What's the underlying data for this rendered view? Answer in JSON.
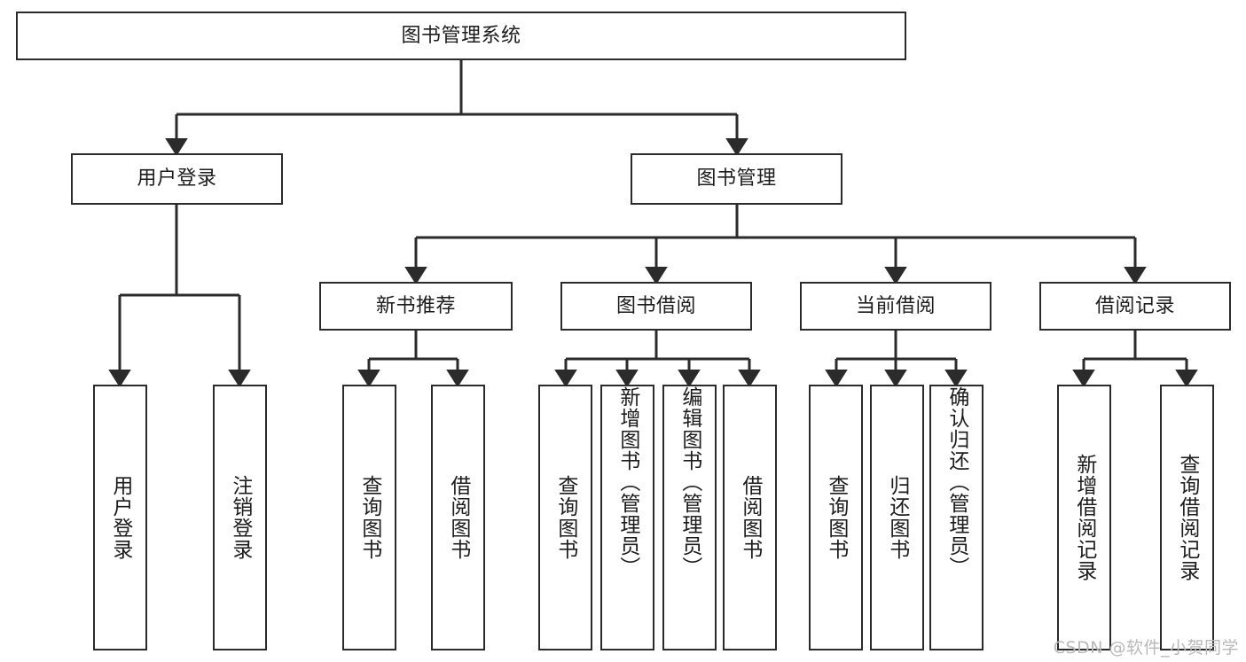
{
  "diagram": {
    "title": "图书管理系统",
    "watermark": "CSDN @软件_小贺同学",
    "root": {
      "label": "图书管理系统"
    },
    "level2": [
      {
        "label": "用户登录"
      },
      {
        "label": "图书管理"
      }
    ],
    "level3": [
      {
        "label": "新书推荐"
      },
      {
        "label": "图书借阅"
      },
      {
        "label": "当前借阅"
      },
      {
        "label": "借阅记录"
      }
    ],
    "leaves": {
      "user_login": [
        {
          "label": "用户登录"
        },
        {
          "label": "注销登录"
        }
      ],
      "new_book_recommend": [
        {
          "label": "查询图书"
        },
        {
          "label": "借阅图书"
        }
      ],
      "book_borrow": [
        {
          "label": "查询图书"
        },
        {
          "label": "新增图书（管理员）"
        },
        {
          "label": "编辑图书（管理员）"
        },
        {
          "label": "借阅图书"
        }
      ],
      "current_borrow": [
        {
          "label": "查询图书"
        },
        {
          "label": "归还图书"
        },
        {
          "label": "确认归还（管理员）"
        }
      ],
      "borrow_record": [
        {
          "label": "新增借阅记录"
        },
        {
          "label": "查询借阅记录"
        }
      ]
    },
    "colors": {
      "stroke": "#2b2b2b",
      "fill": "#ffffff",
      "text": "#1c1c1c",
      "watermark": "#b9b9b9"
    }
  }
}
